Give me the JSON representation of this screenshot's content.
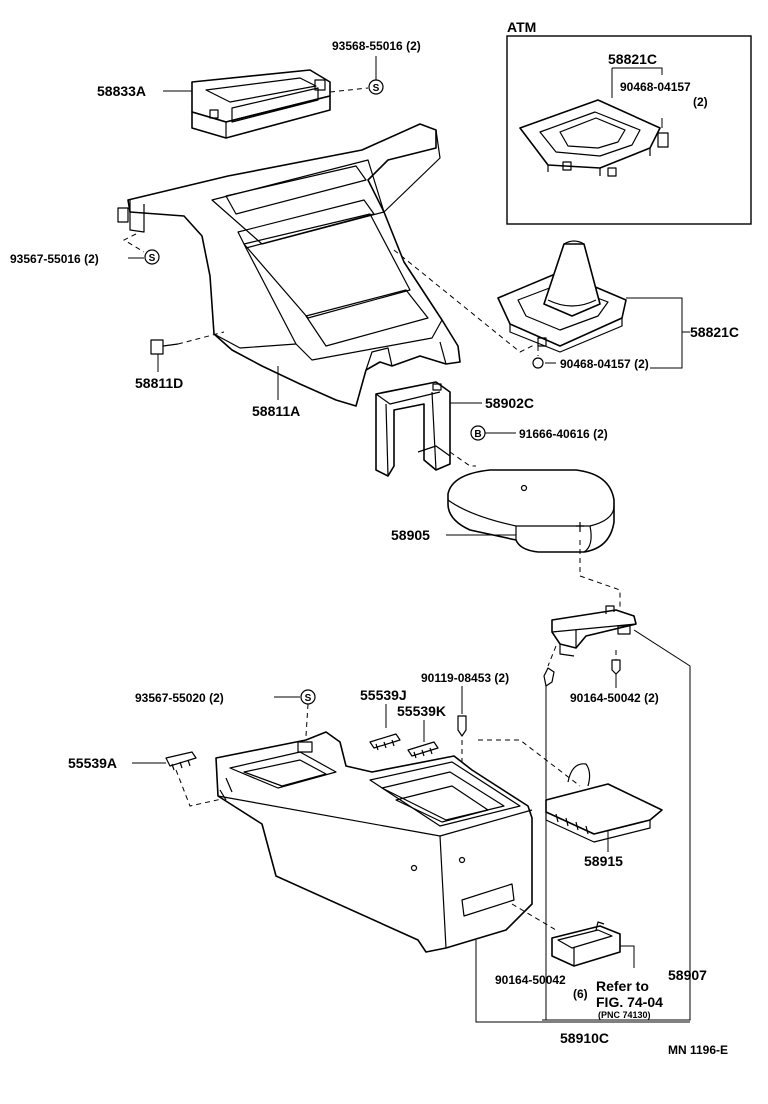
{
  "inset_label": "ATM",
  "footer_code": "MN 1196-E",
  "symbols": {
    "s": "S",
    "b": "B"
  },
  "labels": {
    "p93568_55016": "93568-55016 (2)",
    "p58833A": "58833A",
    "p58821C_atm": "58821C",
    "p90468_04157_atm": "90468-04157",
    "p90468_04157_atm_qty": "(2)",
    "p93567_55016": "93567-55016 (2)",
    "p58811D": "58811D",
    "p58811A": "58811A",
    "p58821C": "58821C",
    "p90468_04157": "90468-04157 (2)",
    "p58902C": "58902C",
    "p91666_40616": "91666-40616 (2)",
    "p58905": "58905",
    "p90119_08453": "90119-08453 (2)",
    "p93567_55020": "93567-55020 (2)",
    "p55539J": "55539J",
    "p55539K": "55539K",
    "p90164_50042_2": "90164-50042 (2)",
    "p55539A": "55539A",
    "p58915": "58915",
    "p90164_50042_6": "90164-50042",
    "p90164_50042_6_qty": "(6)",
    "p58907": "58907",
    "refer_to": "Refer to",
    "fig_ref": "FIG. 74-04",
    "pnc_ref": "(PNC 74130)",
    "p58910C": "58910C"
  }
}
